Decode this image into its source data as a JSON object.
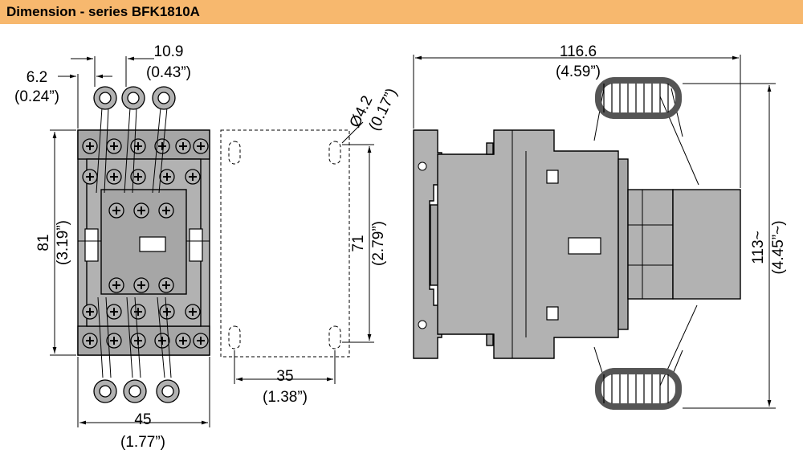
{
  "header": {
    "title": "Dimension - series BFK1810A"
  },
  "colors": {
    "header_bg": "#f7b86e",
    "part_fill": "#b2b2b2",
    "line": "#000000"
  },
  "front_view": {
    "dim_top_right": {
      "mm": "10.9",
      "inch": "(0.43”)"
    },
    "dim_top_left": {
      "mm": "6.2",
      "inch": "(0.24”)"
    },
    "dim_height": {
      "mm": "81",
      "inch": "(3.19”)"
    },
    "dim_width": {
      "mm": "45",
      "inch": "(1.77”)"
    }
  },
  "mounting_view": {
    "dim_hole": {
      "mm": "Ø4.2",
      "inch": "(0.17”)"
    },
    "dim_height": {
      "mm": "71",
      "inch": "(2.79”)"
    },
    "dim_width": {
      "mm": "35",
      "inch": "(1.38”)"
    }
  },
  "side_view": {
    "dim_width": {
      "mm": "116.6",
      "inch": "(4.59”)"
    },
    "dim_height": {
      "mm": "113~",
      "inch": "(4.45”~)"
    }
  }
}
